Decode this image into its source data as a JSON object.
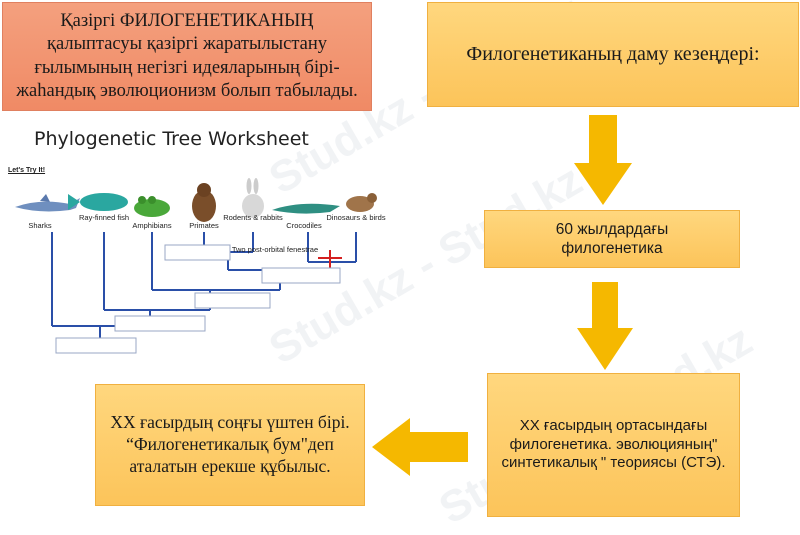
{
  "boxes": {
    "top_left": "Қазіргі ФИЛОГЕНЕТИКАНЫҢ қалыптасуы қазіргі жаратылыстану ғылымының негізгі идеяларының бірі- жаһандық эволюционизм болып табылады.",
    "top_right": "Филогенетиканың даму кезеңдері:",
    "mid_right": "60 жылдардағы филогенетика",
    "bottom_right": "ХХ ғасырдың ортасындағы филогенетика. эволюцияның\" синтетикалық \" теориясы (СТЭ).",
    "bottom_left": "ХХ ғасырдың соңғы үштен бірі. “Филогенетикалық бум\"деп аталатын ерекше құбылыс."
  },
  "worksheet": {
    "title": "Phylogenetic Tree Worksheet",
    "tag": "Let's Try It!",
    "taxa": [
      "Sharks",
      "Ray-finned fish",
      "Amphibians",
      "Primates",
      "Rodents & rabbits",
      "Crocodiles",
      "Dinosaurs & birds"
    ],
    "annotation": "Two post-orbital fenestrae"
  },
  "watermark": "Stud.kz - Stud.kz",
  "colors": {
    "salmon": "#f28b66",
    "gold": "#fcc45a",
    "arrow_gold": "#f5b800",
    "tree_blue": "#2a4fa8",
    "annotation_red": "#d42020"
  }
}
